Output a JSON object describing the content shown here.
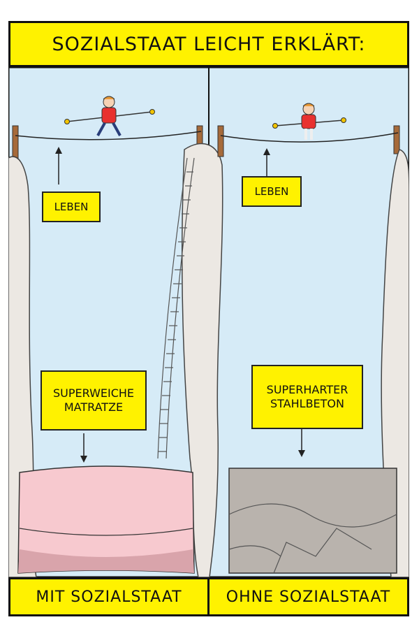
{
  "title": "Sozialstaat leicht erklärt:",
  "left_panel": {
    "life_label": "Leben",
    "net_label_line1": "Superweiche",
    "net_label_line2": "Matratze",
    "caption": "Mit Sozialstaat"
  },
  "right_panel": {
    "life_label": "Leben",
    "ground_label_line1": "Superharter",
    "ground_label_line2": "Stahlbeton",
    "caption": "Ohne Sozialstaat"
  },
  "colors": {
    "banner_yellow": "#fff200",
    "sky_blue": "#d6ebf7",
    "mattress_pink": "#f7c9cf",
    "concrete_grey": "#b9b3ad",
    "cliff_grey": "#ece8e3",
    "shirt_red": "#e8312f"
  }
}
